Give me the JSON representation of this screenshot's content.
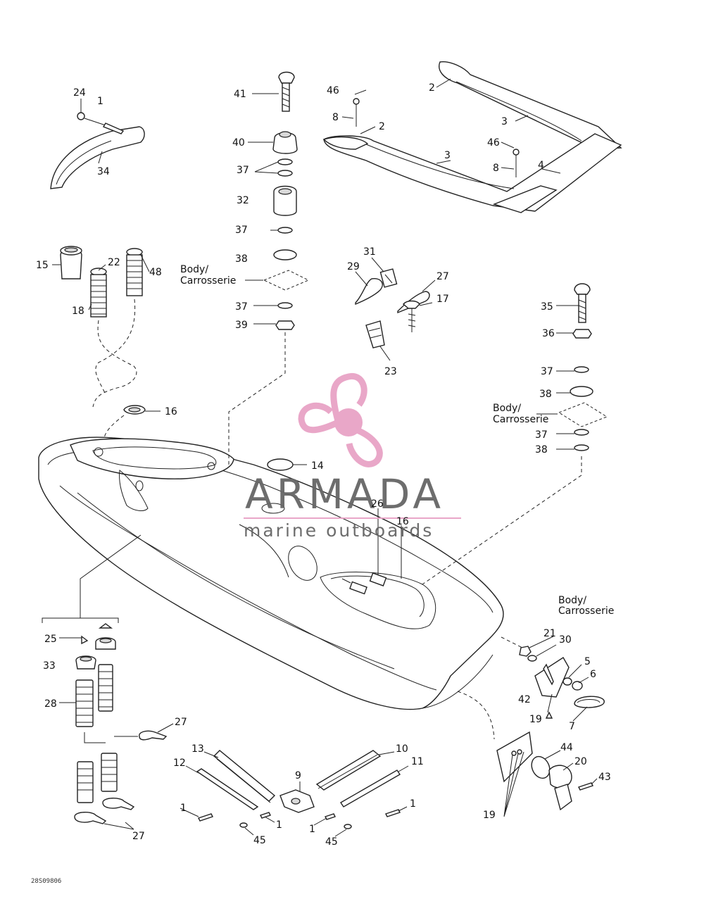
{
  "callouts": {
    "n24": "24",
    "n1a": "1",
    "n34": "34",
    "n41": "41",
    "n40": "40",
    "n37a": "37",
    "n32": "32",
    "n37b": "37",
    "n38a": "38",
    "n37c": "37",
    "n39": "39",
    "n46a": "46",
    "n8a": "8",
    "n2a": "2",
    "n2b": "2",
    "n3a": "3",
    "n3b": "3",
    "n46b": "46",
    "n8b": "8",
    "n4": "4",
    "n15": "15",
    "n22": "22",
    "n48": "48",
    "n18": "18",
    "n16a": "16",
    "n31": "31",
    "n29": "29",
    "n27a": "27",
    "n17": "17",
    "n23": "23",
    "n35": "35",
    "n36": "36",
    "n37d": "37",
    "n38b": "38",
    "n37e": "37",
    "n38c": "38",
    "n14": "14",
    "n26": "26",
    "n16b": "16",
    "n25": "25",
    "n33": "33",
    "n28": "28",
    "n27b": "27",
    "n27c": "27",
    "n13": "13",
    "n12": "12",
    "n10": "10",
    "n11": "11",
    "n9": "9",
    "n1b": "1",
    "n1c": "1",
    "n1d": "1",
    "n1e": "1",
    "n45a": "45",
    "n45b": "45",
    "n21": "21",
    "n30": "30",
    "n5": "5",
    "n6": "6",
    "n42": "42",
    "n19a": "19",
    "n7": "7",
    "n44": "44",
    "n20": "20",
    "n43": "43",
    "n19b": "19"
  },
  "labels": {
    "body_a_line1": "Body/",
    "body_a_line2": "Carrosserie",
    "body_b_line1": "Body/",
    "body_b_line2": "Carrosserie",
    "body_c_line1": "Body/",
    "body_c_line2": "Carrosserie"
  },
  "watermark": {
    "brand": "ARMADA",
    "tagline": "marine outboards",
    "accent_color": "#e8a3c6",
    "text_color": "#666666"
  },
  "drawing_code": "28S09806"
}
